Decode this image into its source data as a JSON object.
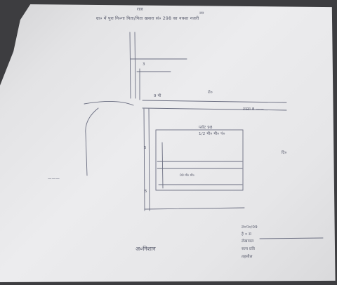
{
  "header": {
    "title_line": "ग्रा० में  पुरा नि०गा  पिता/पिता  खसरा सं० 298 का नक्शा नजरी",
    "top_mark_1": "राज",
    "top_mark_2": "उत्त"
  },
  "map": {
    "road_label": "रो०",
    "right_road_label": "रास्ता 8 ——",
    "plot_label_line1": "प्लॉट 98",
    "plot_label_line2": "1/2 मी० मी० पं०",
    "plot_inner_label": "00 मी० मी०",
    "side_label": "दि०",
    "left_label": "———",
    "corner_label": "3",
    "mid_label": "9 मी",
    "v_label": "5",
    "low_label": "5"
  },
  "footer": {
    "location_label": "अ०निशान",
    "signature_lines": [
      "ल०प०/09",
      "है ० स",
      "लेखपाल",
      "सत्य प्रति",
      "तहसील"
    ]
  },
  "colors": {
    "ink": "#5a5d70",
    "paper": "#e8e8ea",
    "background": "#3d3d40"
  }
}
